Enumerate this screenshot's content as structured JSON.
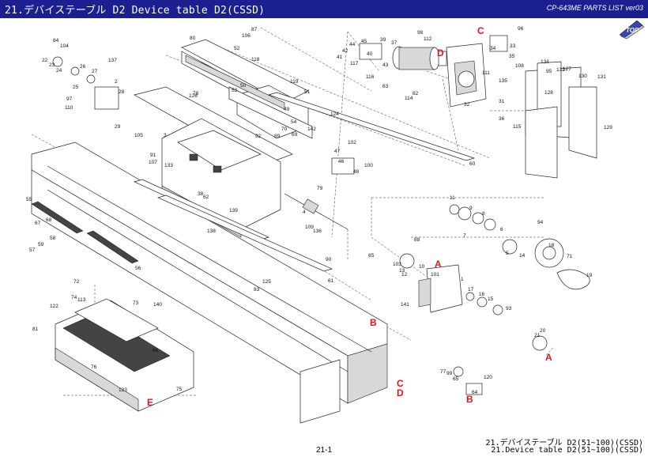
{
  "header": {
    "title": "21.デバイステーブル D2  Device table D2(CSSD)",
    "reference": "CP-643ME PARTS LIST ver03"
  },
  "nav": {
    "top_label": "TOP"
  },
  "letters": {
    "a": "A",
    "b": "B",
    "c": "C",
    "d": "D",
    "e": "E"
  },
  "callouts": [
    "1",
    "2",
    "3",
    "4",
    "5",
    "6",
    "7",
    "8",
    "9",
    "10",
    "11",
    "12",
    "13",
    "14",
    "15",
    "16",
    "17",
    "18",
    "19",
    "20",
    "21",
    "22",
    "23",
    "24",
    "25",
    "26",
    "27",
    "28",
    "29",
    "31",
    "32",
    "33",
    "34",
    "35",
    "36",
    "37",
    "38",
    "39",
    "40",
    "41",
    "42",
    "43",
    "44",
    "45",
    "46",
    "47",
    "48",
    "49",
    "50",
    "51",
    "52",
    "53",
    "54",
    "55",
    "56",
    "57",
    "58",
    "59",
    "60",
    "61",
    "62",
    "63",
    "64",
    "65",
    "67",
    "68",
    "69",
    "70",
    "71",
    "72",
    "73",
    "74",
    "75",
    "76",
    "77",
    "78",
    "79",
    "80",
    "81",
    "82",
    "83",
    "84",
    "85",
    "86",
    "87",
    "88",
    "89",
    "90",
    "91",
    "92",
    "93",
    "94",
    "95",
    "96",
    "97",
    "98",
    "99",
    "100",
    "101",
    "102",
    "103",
    "104",
    "105",
    "106",
    "107",
    "108",
    "109",
    "110",
    "111",
    "112",
    "113",
    "114",
    "115",
    "116",
    "117",
    "118",
    "119",
    "120",
    "122",
    "123",
    "124",
    "125",
    "126",
    "127",
    "128",
    "129",
    "130",
    "131",
    "132",
    "133",
    "134",
    "135",
    "136",
    "137",
    "138",
    "139",
    "140",
    "141",
    "142"
  ],
  "footer": {
    "page": "21-1",
    "caption_jp": "21.デバイステーブル D2(51~100)(CSSD)",
    "caption_en": "21.Device table D2(51~100)(CSSD)"
  }
}
